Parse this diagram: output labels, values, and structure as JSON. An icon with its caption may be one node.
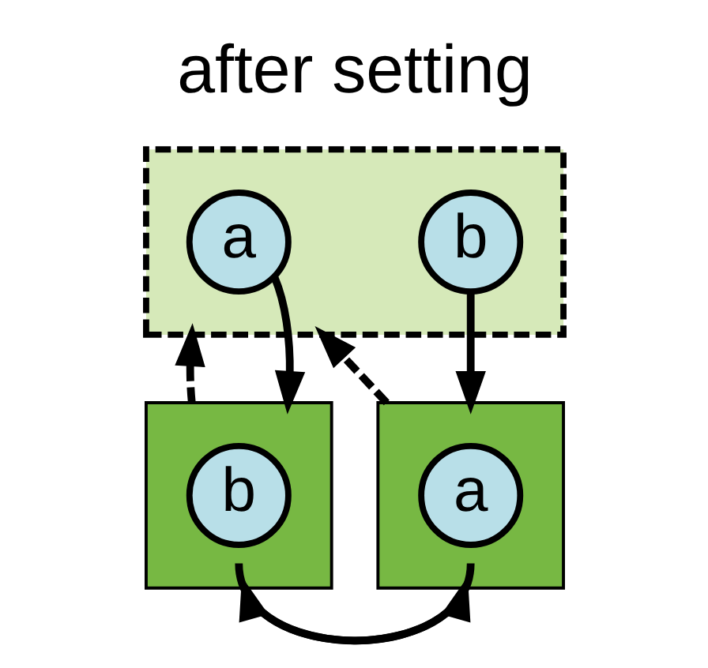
{
  "diagram": {
    "title": "after setting",
    "nodes": [
      {
        "text": [],
        "shape": "box"
      },
      {
        "text": [
          "a"
        ],
        "in": 0
      },
      {
        "text": [
          "b"
        ],
        "in": 0
      },
      {
        "text": [],
        "shape": "box"
      },
      {
        "text": [
          "b"
        ],
        "in": 3
      },
      {
        "text": [],
        "shape": "box"
      },
      {
        "text": [
          "a"
        ],
        "in": 5
      }
    ],
    "edges": [
      {
        "from": 1,
        "to": 3,
        "arrow": "to"
      },
      {
        "from": 2,
        "to": 5,
        "arrow": "to"
      },
      {
        "from": 3,
        "to": 0,
        "arrow": "to",
        "style": "dashed"
      },
      {
        "from": 5,
        "to": 0,
        "arrow": "to",
        "style": "dashed"
      },
      {
        "from": 4,
        "to": 5,
        "arrow": "to"
      },
      {
        "from": 6,
        "to": 3,
        "arrow": "to"
      }
    ]
  }
}
